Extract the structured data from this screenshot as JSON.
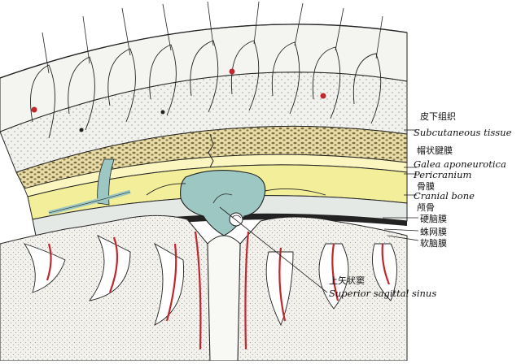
{
  "labels": {
    "subcutaneous_cn": "皮下组织",
    "subcutaneous_en": "Subcutaneous tissue",
    "galea_cn": "帽状腱膜",
    "galea_en": "Galea aponeurotica",
    "pericranium_en": "Pericranium",
    "pericranium_cn": "骨膜",
    "cranial_bone_en": "Cranial bone",
    "cranial_bone_cn": "颅骨",
    "dura_cn": "硬脑膜",
    "arachnoid_cn": "蛛网膜",
    "pia_cn": "软脑膜",
    "sinus_cn": "上矢状窦",
    "sinus_en": "Superior sagittal sinus"
  },
  "colors": {
    "skin_fill": "#f1f1ee",
    "galea_fill": "#e8dca8",
    "galea_dots": "#5a4a20",
    "pericranium_fill": "#fbf6bf",
    "bone_fill": "#f3ee9a",
    "dura_fill": "#c8d8d8",
    "sinus_fill": "#9cc7c3",
    "brain_fill": "#f3f1ec",
    "vessel": "#c0272d",
    "line": "#222222"
  }
}
